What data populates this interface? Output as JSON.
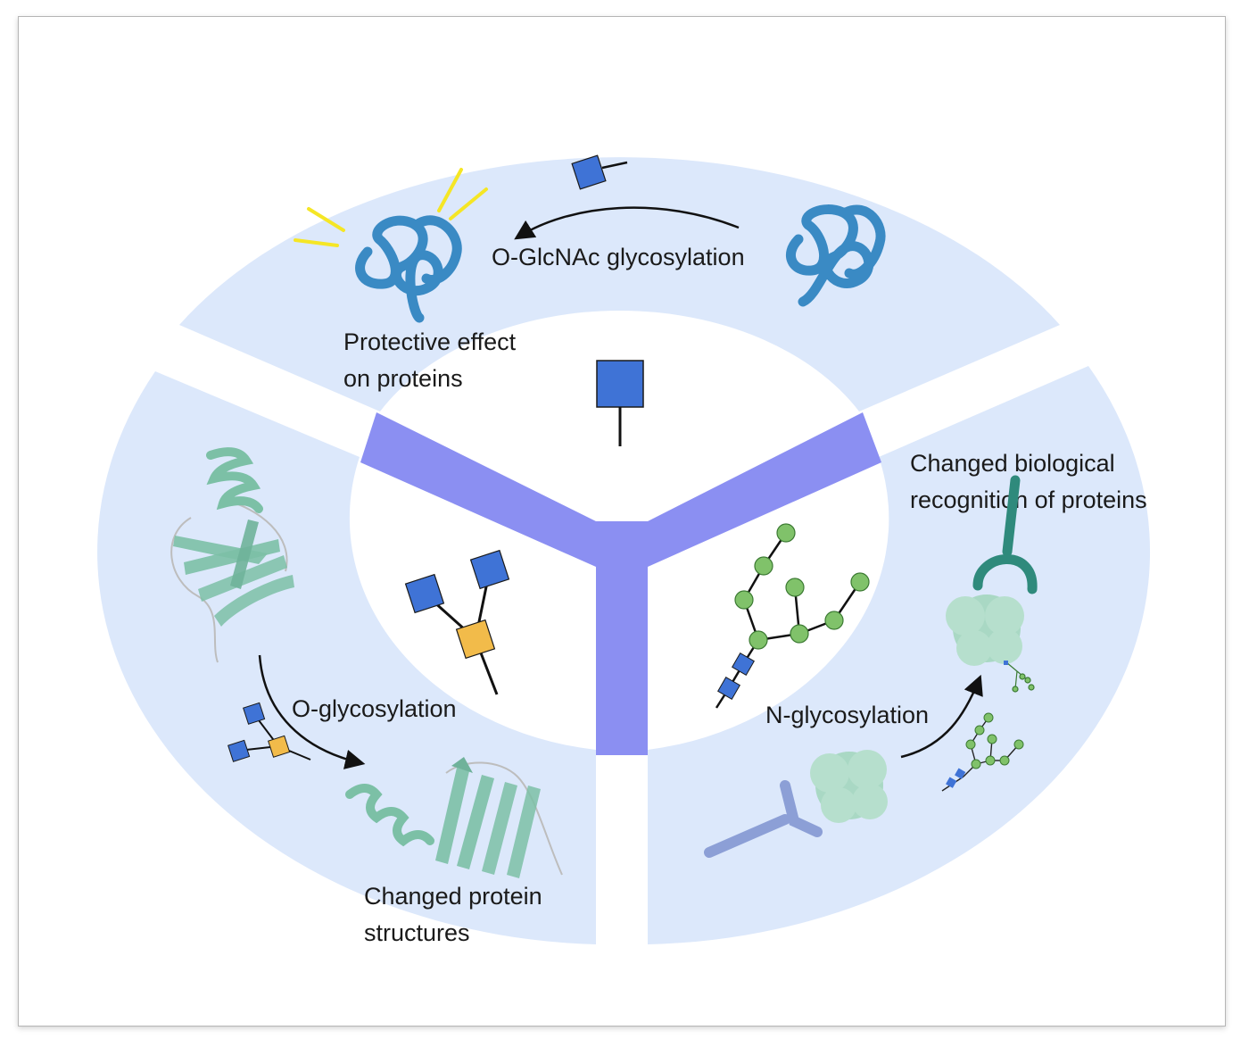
{
  "labels": {
    "o_glcnac": "O-GlcNAc glycosylation",
    "protective_line1": "Protective effect",
    "protective_line2": "on proteins",
    "o_glyco": "O-glycosylation",
    "changed_structures_line1": "Changed protein",
    "changed_structures_line2": "structures",
    "n_glyco": "N-glycosylation",
    "recognition_line1": "Changed biological",
    "recognition_line2": "recognition of proteins"
  },
  "colors": {
    "sector_fill": "#dce8fb",
    "y_bar": "#8b8ff2",
    "glcnac_square": "#3f73d6",
    "galnac_square": "#f2bb4a",
    "mannose_circle": "#80c26a",
    "protein_coil": "#3a8ac4",
    "protein_ribbon": "#7cc0a6",
    "globular_protein": "#a9d8c4",
    "receptor_teal": "#2f8a7c",
    "receptor_periwinkle": "#8c9fd6",
    "spark": "#f5e625"
  },
  "icons": [
    "glcnac-square-icon",
    "galnac-square-icon",
    "mannose-circle-icon",
    "protein-coil-icon",
    "protein-ribbon-icon",
    "globular-protein-icon",
    "receptor-icon",
    "spark-icon"
  ]
}
